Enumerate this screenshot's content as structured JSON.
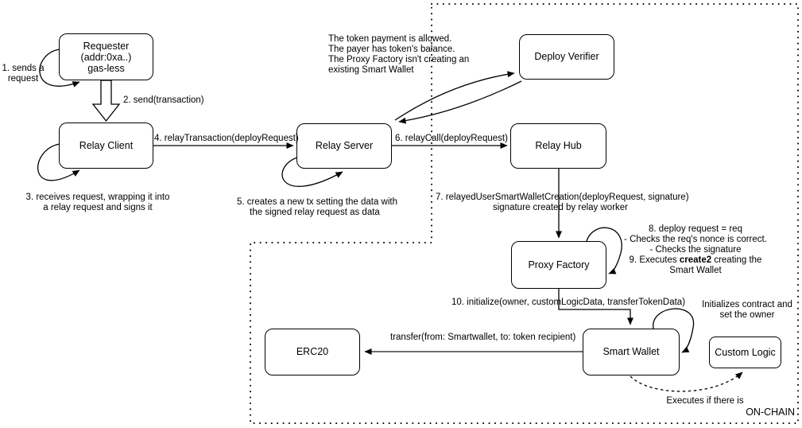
{
  "diagram": {
    "on_chain_label": "ON-CHAIN",
    "colors": {
      "stroke": "#000000",
      "background": "#ffffff",
      "transfer_line": "#3d3d3d"
    },
    "nodes": {
      "requester": {
        "lines": [
          "Requester",
          "(addr:0xa..)",
          "gas-less"
        ]
      },
      "relay_client": {
        "label": "Relay Client"
      },
      "relay_server": {
        "label": "Relay Server"
      },
      "deploy_verifier": {
        "label": "Deploy Verifier"
      },
      "relay_hub": {
        "label": "Relay Hub"
      },
      "proxy_factory": {
        "label": "Proxy Factory"
      },
      "smart_wallet": {
        "label": "Smart Wallet"
      },
      "erc20": {
        "label": "ERC20"
      },
      "custom_logic": {
        "label": "Custom Logic"
      }
    },
    "labels": {
      "step1": {
        "lines": [
          "1. sends a",
          "request"
        ]
      },
      "step2": {
        "text": "2. send(transaction)"
      },
      "step3": {
        "lines": [
          "3. receives request, wrapping it into",
          "a relay request and signs it"
        ]
      },
      "step4": {
        "text": "4. relayTransaction(deployRequest)"
      },
      "step5": {
        "lines": [
          "5. creates a new tx setting the data with",
          "the signed relay request as data"
        ]
      },
      "step6": {
        "text": "6. relayCall(deployRequest)"
      },
      "step7": {
        "lines": [
          "7. relayedUserSmartWalletCreation(deployRequest, signature)",
          "signature created by relay worker"
        ]
      },
      "step8_9": {
        "lines": [
          "8. deploy request = req",
          "- Checks the req's nonce is correct.",
          "- Checks the signature"
        ],
        "step9": {
          "pre": "9. Executes ",
          "bold": "create2",
          "post": " creating the"
        },
        "tail": "Smart Wallet"
      },
      "step10": {
        "text": "10. initialize(owner, customLogicData, transferTokenData)"
      },
      "verifier_note": {
        "lines": [
          "The token payment is allowed.",
          "The payer has token's balance.",
          "The Proxy Factory isn't creating an",
          "existing Smart Wallet"
        ]
      },
      "init_note": {
        "lines": [
          "Initializes contract and",
          "set the owner"
        ]
      },
      "transfer": {
        "text": "transfer(from: Smartwallet, to: token recipient)"
      },
      "executes_note": {
        "text": "Executes if there is"
      }
    }
  }
}
